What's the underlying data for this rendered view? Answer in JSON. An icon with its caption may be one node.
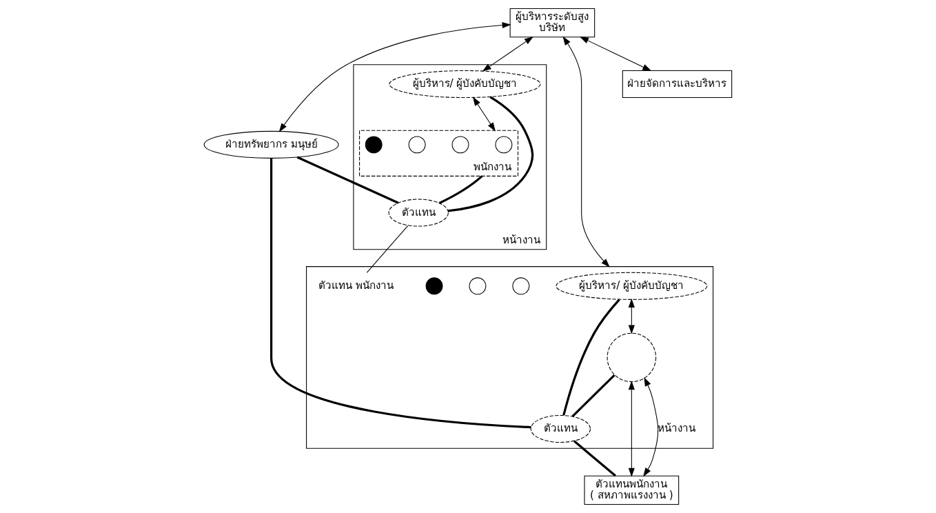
{
  "diagram": {
    "nodes": [
      {
        "text": [
          "ผู้บริหารระดับสูง",
          "บริษัท"
        ]
      },
      {
        "text": [
          "ฝ่ายทรัพยากร มนุษย์"
        ]
      },
      {
        "text": [
          "ฝ่ายจัดการและบริหาร"
        ]
      },
      {
        "text": [
          "ตัวแทนพนักงาน",
          "( สหภาพแรงงาน )"
        ]
      },
      {
        "text": [
          "หน้างาน"
        ]
      },
      {
        "text": [
          "ผู้บริหาร/ ผู้บังคับบัญชา"
        ],
        "in": 4
      },
      {
        "text": [
          "พนักงาน"
        ],
        "in": 4
      },
      {
        "text": [],
        "shape": "circle",
        "in": 6
      },
      {
        "text": [],
        "shape": "circle",
        "in": 6
      },
      {
        "text": [],
        "shape": "circle",
        "in": 6
      },
      {
        "text": [],
        "shape": "circle",
        "in": 6
      },
      {
        "text": [
          "ตัวแทน"
        ],
        "in": 4
      },
      {
        "text": [],
        "shape": "box"
      },
      {
        "text": [
          "ผู้บริหาร/ ผู้บังคับบัญชา"
        ],
        "in": 12
      },
      {
        "text": [],
        "shape": "circle",
        "in": 12
      },
      {
        "text": [],
        "shape": "circle",
        "in": 12
      },
      {
        "text": [],
        "shape": "circle",
        "in": 12
      },
      {
        "text": [],
        "shape": "circle",
        "in": 12
      },
      {
        "text": [
          "ตัวแทน พนักงาน"
        ],
        "in": 12
      },
      {
        "text": [
          "ตัวแทน"
        ],
        "in": 12
      }
    ],
    "edges": [
      {
        "from": 0,
        "to": 2,
        "arrow": "both"
      },
      {
        "from": 0,
        "to": 1,
        "arrow": "both"
      },
      {
        "from": 0,
        "to": 5,
        "arrow": "both"
      },
      {
        "from": 0,
        "to": 12,
        "arrow": "both"
      },
      {
        "from": 1,
        "to": 11,
        "arrow": "none",
        "style": "thick"
      },
      {
        "from": 1,
        "to": 19,
        "arrow": "none",
        "style": "thick"
      },
      {
        "from": 5,
        "to": 11,
        "arrow": "none",
        "style": "thick"
      },
      {
        "from": 6,
        "to": 11,
        "arrow": "none",
        "style": "thick"
      },
      {
        "from": 5,
        "to": 6,
        "arrow": "both"
      },
      {
        "from": 11,
        "to": 18,
        "arrow": "none"
      },
      {
        "from": 13,
        "to": 14,
        "arrow": "both"
      },
      {
        "from": 13,
        "to": 19,
        "arrow": "none",
        "style": "thick"
      },
      {
        "from": 14,
        "to": 19,
        "arrow": "none",
        "style": "thick"
      },
      {
        "from": 19,
        "to": 3,
        "arrow": "none",
        "style": "thick"
      },
      {
        "from": 14,
        "to": 3,
        "arrow": "both"
      },
      {
        "from": 14,
        "to": 3,
        "arrow": "both",
        "label": "หน้างาน"
      }
    ]
  }
}
